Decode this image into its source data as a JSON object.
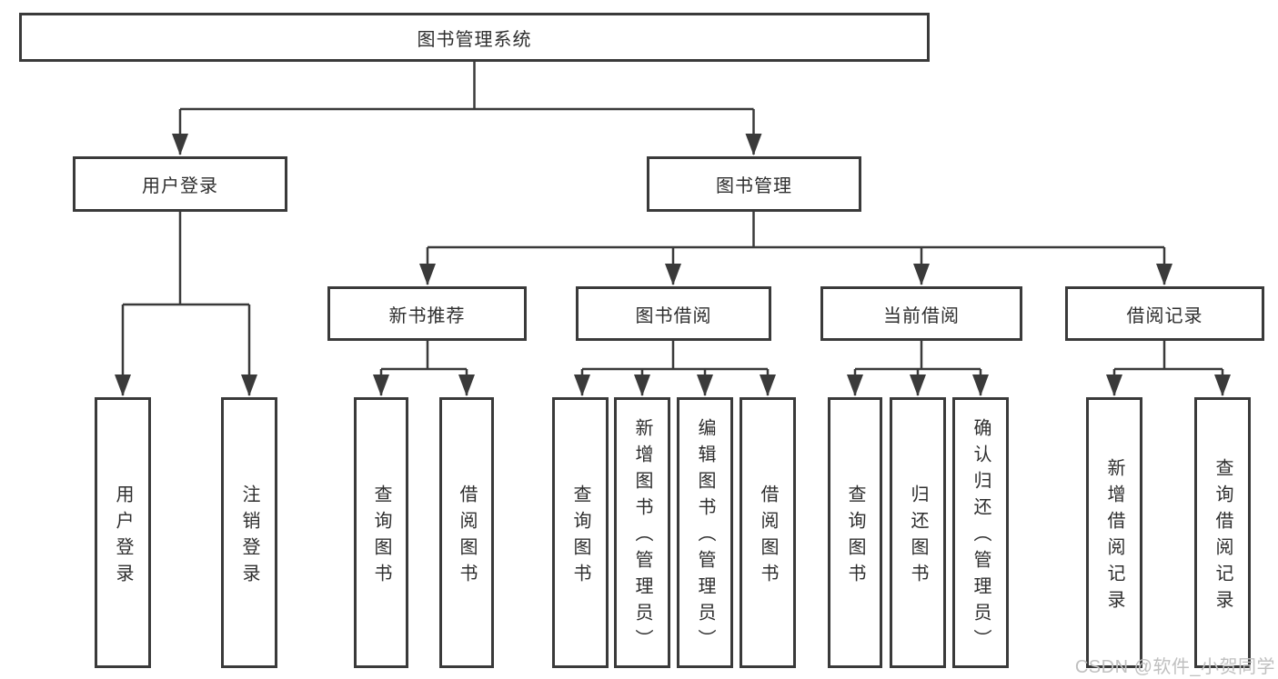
{
  "diagram": {
    "tree": {
      "label": "图书管理系统",
      "children": [
        {
          "label": "用户登录",
          "children": [
            {
              "label": "用户登录"
            },
            {
              "label": "注销登录"
            }
          ]
        },
        {
          "label": "图书管理",
          "children": [
            {
              "label": "新书推荐",
              "children": [
                {
                  "label": "查询图书"
                },
                {
                  "label": "借阅图书"
                }
              ]
            },
            {
              "label": "图书借阅",
              "children": [
                {
                  "label": "查询图书"
                },
                {
                  "label": "新增图书（管理员）"
                },
                {
                  "label": "编辑图书（管理员）"
                },
                {
                  "label": "借阅图书"
                }
              ]
            },
            {
              "label": "当前借阅",
              "children": [
                {
                  "label": "查询图书"
                },
                {
                  "label": "归还图书"
                },
                {
                  "label": "确认归还（管理员）"
                }
              ]
            },
            {
              "label": "借阅记录",
              "children": [
                {
                  "label": "新增借阅记录"
                },
                {
                  "label": "查询借阅记录"
                }
              ]
            }
          ]
        }
      ]
    },
    "colors": {
      "line": "#3a3a3a",
      "border": "#3a3a3a",
      "text": "#2e2e2e",
      "watermark": "#c0c0c0",
      "background": "#ffffff"
    }
  },
  "watermark": {
    "text": "CSDN @软件_小贺同学"
  }
}
